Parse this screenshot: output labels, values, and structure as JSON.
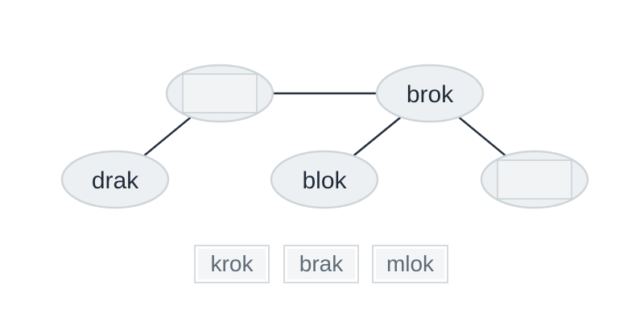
{
  "tree": {
    "nodes": [
      {
        "id": "root-left",
        "label": null,
        "blank": true
      },
      {
        "id": "root-right",
        "label": "brok",
        "blank": false
      },
      {
        "id": "leaf-1",
        "label": "drak",
        "blank": false
      },
      {
        "id": "leaf-2",
        "label": "blok",
        "blank": false
      },
      {
        "id": "leaf-3",
        "label": null,
        "blank": true
      }
    ],
    "edges": [
      [
        "root-left",
        "root-right"
      ],
      [
        "root-left",
        "leaf-1"
      ],
      [
        "root-right",
        "leaf-2"
      ],
      [
        "root-right",
        "leaf-3"
      ]
    ]
  },
  "answer_tiles": [
    "krok",
    "brak",
    "mlok"
  ],
  "colors": {
    "node_fill": "#edf0f2",
    "node_stroke": "#cfd5d8",
    "edge": "#24303d",
    "label": "#1f2a38",
    "tile_text": "#5e6b77"
  }
}
